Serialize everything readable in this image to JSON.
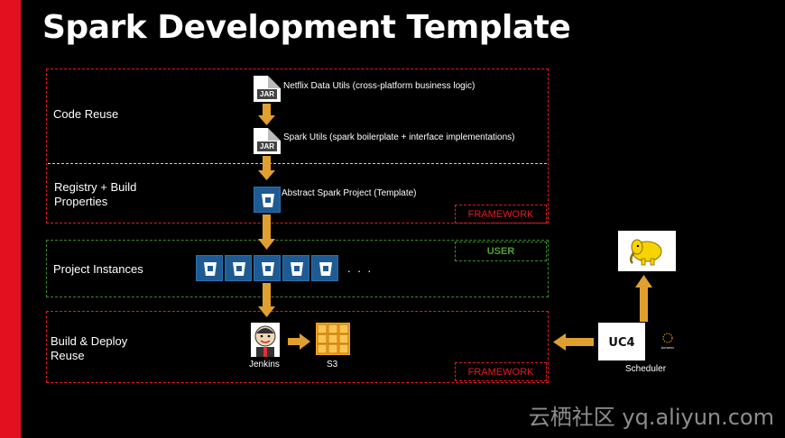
{
  "title": "Spark Development Template",
  "sections": {
    "code_reuse": "Code Reuse",
    "registry_line1": "Registry + Build",
    "registry_line2": "Properties",
    "project_instances": "Project Instances",
    "build_line1": "Build & Deploy",
    "build_line2": "Reuse"
  },
  "tags": {
    "framework_top": "FRAMEWORK",
    "user": "USER",
    "framework_bottom": "FRAMEWORK"
  },
  "nodes": {
    "jar_label": "JAR",
    "netflix_data_utils": "Netflix Data Utils (cross-platform business logic)",
    "spark_utils": "Spark Utils (spark boilerplate + interface implementations)",
    "abstract_spark_project": "Abstract Spark Project (Template)",
    "ellipsis": ". . .",
    "jenkins": "Jenkins",
    "s3": "S3",
    "uc4_logo": "UC4",
    "automic": "Automic",
    "scheduler": "Scheduler"
  },
  "watermark": "云栖社区 yq.aliyun.com",
  "colors": {
    "accent_red": "#e3101f",
    "dash_red": "#e31b23",
    "dash_green": "#3d8b2a",
    "arrow": "#e0a030",
    "bucket_blue": "#1f5b93",
    "hadoop_yellow": "#f6d400"
  }
}
